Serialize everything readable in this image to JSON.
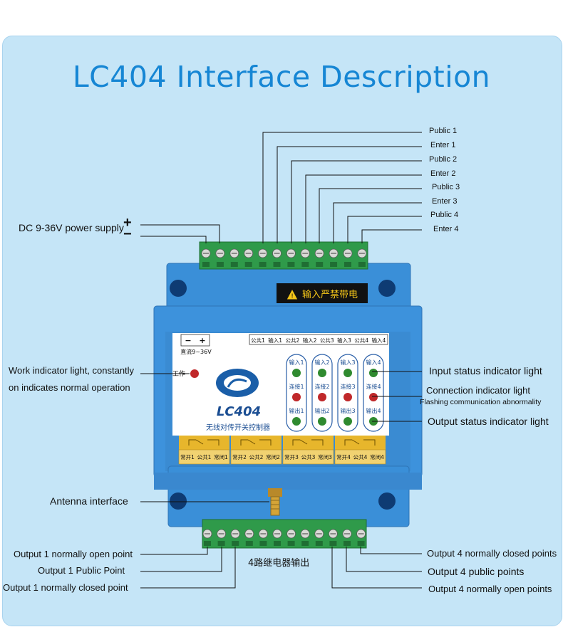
{
  "title": "LC404 Interface Description",
  "top_terminals": {
    "power_label": "DC 9-36V power supply",
    "plus": "+",
    "minus": "−",
    "right": [
      "Public 1",
      "Enter 1",
      "Public 2",
      "Enter 2",
      "Public 3",
      "Enter 3",
      "Public 4",
      "Enter 4"
    ]
  },
  "left_callouts": {
    "work_line1": "Work indicator light, constantly",
    "work_line2": "on indicates normal operation",
    "antenna": "Antenna interface",
    "out1_open": "Output 1 normally open point",
    "out1_public": "Output 1 Public Point",
    "out1_closed": "Output 1 normally closed point"
  },
  "right_callouts": {
    "input_status": "Input status indicator light",
    "connection": "Connection indicator light",
    "connection_sub": "Flashing communication abnormality",
    "output_status": "Output status indicator light",
    "out4_closed": "Output 4 normally closed points",
    "out4_public": "Output 4 public points",
    "out4_open": "Output 4 normally open points"
  },
  "device": {
    "warning": "输入严禁带电",
    "model": "LC404",
    "subtitle": "无线对传开关控制器",
    "work": "工作",
    "voltage": "直流9~36V",
    "term_minus": "−",
    "term_plus": "+",
    "top_labels": [
      "公共1",
      "输入1",
      "公共2",
      "输入2",
      "公共3",
      "输入3",
      "公共4",
      "输入4"
    ],
    "led_inputs": [
      "输入1",
      "输入2",
      "输入3",
      "输入4"
    ],
    "led_links": [
      "连接1",
      "连接2",
      "连接3",
      "连接4"
    ],
    "led_outputs": [
      "输出1",
      "输出2",
      "输出3",
      "输出4"
    ],
    "relay_labels": [
      "常开1",
      "公共1",
      "常闭1",
      "常开2",
      "公共2",
      "常闭2",
      "常开3",
      "公共3",
      "常闭3",
      "常开4",
      "公共4",
      "常闭4"
    ],
    "bottom_text": "4路继电器输出"
  },
  "colors": {
    "title": "#1686d4",
    "panel": "#c5e5f7",
    "device_body": "#3d8fd6",
    "terminal": "#2f9a4a",
    "led_green": "#2f8a2f",
    "led_red": "#c0282a",
    "relay_yellow": "#e7b62c"
  }
}
